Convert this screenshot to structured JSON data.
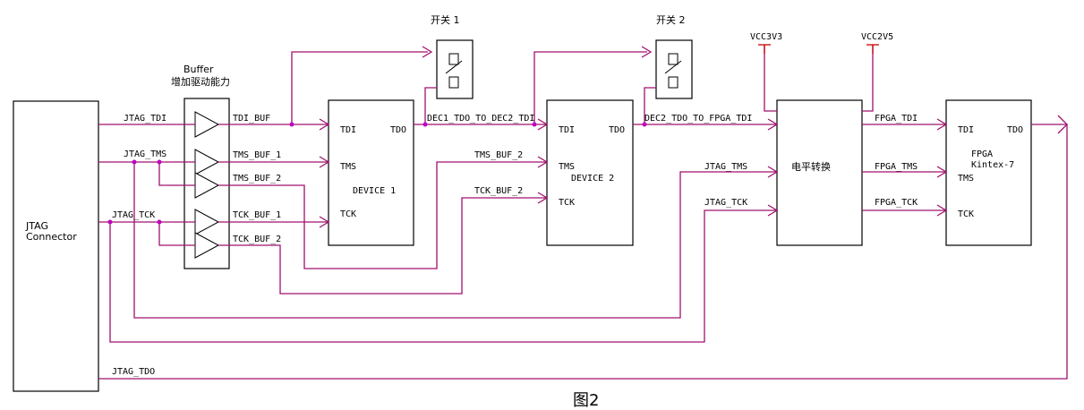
{
  "figure": {
    "caption": "图2"
  },
  "connector": {
    "line1": "JTAG",
    "line2": "Connector"
  },
  "buffer": {
    "title": "Buffer",
    "subtitle": "增加驱动能力"
  },
  "switch1": {
    "label": "开关 1"
  },
  "switch2": {
    "label": "开关 2"
  },
  "device1": {
    "tdi": "TDI",
    "tdo": "TDO",
    "tms": "TMS",
    "tck": "TCK",
    "name": "DEVICE 1"
  },
  "device2": {
    "tdi": "TDI",
    "tdo": "TDO",
    "tms": "TMS",
    "tck": "TCK",
    "name": "DEVICE 2"
  },
  "level_shifter": {
    "name": "电平转换"
  },
  "fpga": {
    "tdi": "TDI",
    "tdo": "TDO",
    "tms": "TMS",
    "tck": "TCK",
    "name1": "FPGA",
    "name2": "Kintex-7"
  },
  "power": {
    "vcc3v3": "VCC3V3",
    "vcc2v5": "VCC2V5"
  },
  "signals": {
    "jtag_tdi": "JTAG_TDI",
    "jtag_tms": "JTAG_TMS",
    "jtag_tck": "JTAG_TCK",
    "jtag_tdo": "JTAG_TDO",
    "tdi_buf": "TDI_BUF",
    "tms_buf_1": "TMS_BUF_1",
    "tms_buf_2": "TMS_BUF_2",
    "tck_buf_1": "TCK_BUF_1",
    "tck_buf_2": "TCK_BUF_2",
    "dec1_tdo": "DEC1_TDO_TO_DEC2_TDI",
    "dec2_tdo": "DEC2_TDO_TO_FPGA_TDI",
    "jtag_tms_ls": "JTAG_TMS",
    "jtag_tck_ls": "JTAG_TCK",
    "fpga_tdi": "FPGA_TDI",
    "fpga_tms": "FPGA_TMS",
    "fpga_tck": "FPGA_TCK"
  }
}
